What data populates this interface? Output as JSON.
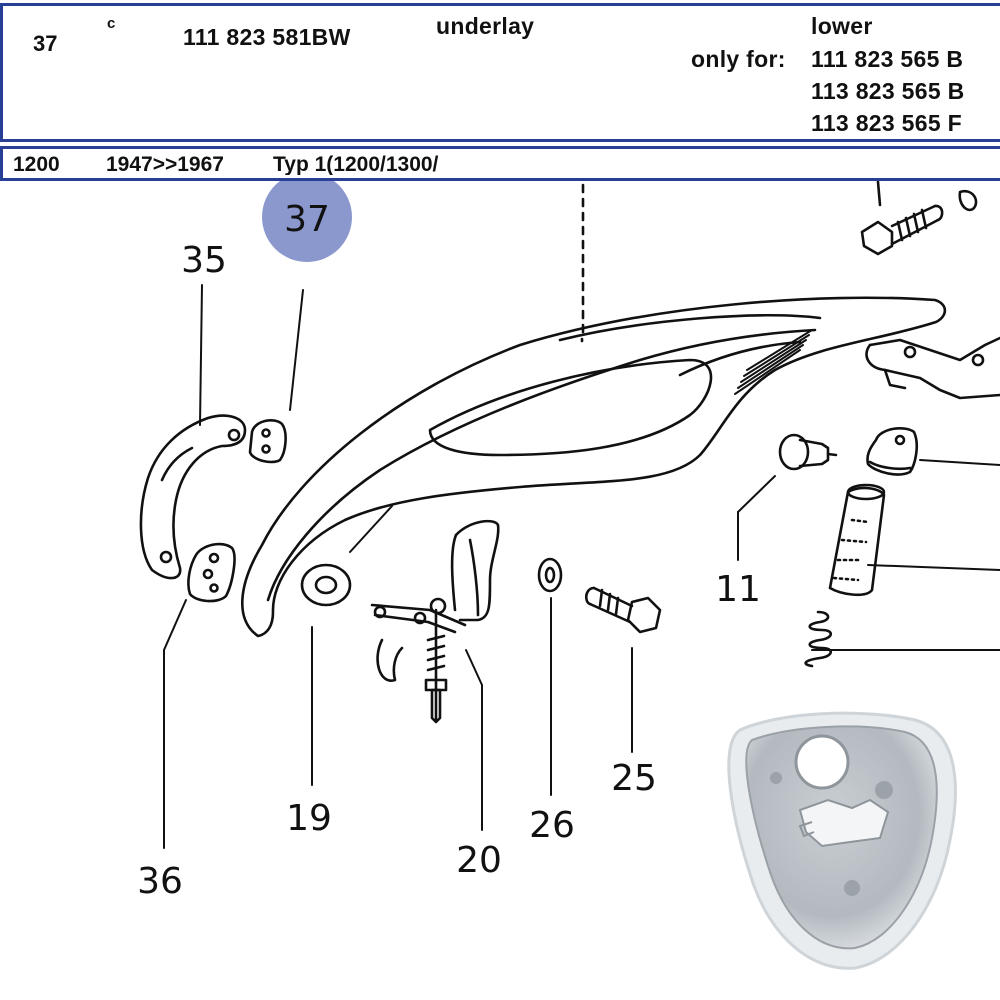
{
  "part": {
    "position": "37",
    "code": "c",
    "number": "111 823 581BW",
    "name": "underlay",
    "note": "lower",
    "only_for_label": "only for:",
    "compatible": [
      "111 823 565 B",
      "113 823 565 B",
      "113 823 565 F"
    ]
  },
  "vehicle": {
    "engine": "1200",
    "years": "1947>>1967",
    "type": "Typ 1(1200/1300/"
  },
  "diagram": {
    "highlight": "37",
    "highlight_color": "#8b98ce",
    "callouts": {
      "c35": "35",
      "c36": "36",
      "c19": "19",
      "c20": "20",
      "c26": "26",
      "c25": "25",
      "c11": "11"
    }
  }
}
